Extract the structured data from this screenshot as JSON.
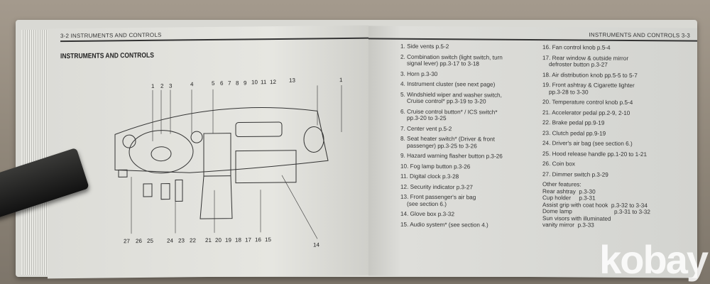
{
  "left_page": {
    "header": "3-2 INSTRUMENTS AND CONTROLS",
    "title": "INSTRUMENTS AND CONTROLS",
    "top_numbers": [
      "1",
      "2",
      "3",
      "4",
      "5",
      "6",
      "7",
      "8",
      "9",
      "10",
      "11",
      "12",
      "13",
      "1"
    ],
    "bottom_numbers": [
      "27",
      "26",
      "25",
      "24",
      "23",
      "22",
      "21",
      "20",
      "19",
      "18",
      "17",
      "16",
      "15",
      "14"
    ]
  },
  "right_page": {
    "header": "INSTRUMENTS AND CONTROLS 3-3",
    "col1": [
      [
        "1. Side vents  p.5-2"
      ],
      [
        "2. Combination switch (light switch, turn",
        "signal lever)  pp.3-17 to 3-18"
      ],
      [
        "3. Horn  p.3-30"
      ],
      [
        "4. Instrument cluster (see next page)"
      ],
      [
        "5. Windshield wiper and washer switch,",
        "Cruise control*  pp.3-19 to 3-20"
      ],
      [
        "6. Cruise control button* / ICS switch*",
        "pp.3-20 to 3-25"
      ],
      [
        "7. Center vent  p.5-2"
      ],
      [
        "8. Seat heater switch* (Driver & front",
        "passenger)  pp.3-25 to 3-26"
      ],
      [
        "9. Hazard warning flasher button  p.3-26"
      ],
      [
        "10. Fog lamp button  p.3-26"
      ],
      [
        "11. Digital clock  p.3-28"
      ],
      [
        "12. Security indicator  p.3-27"
      ],
      [
        "13. Front passenger's air bag",
        "(see section 6.)"
      ],
      [
        "14. Glove box  p.3-32"
      ],
      [
        "15. Audio system*  (see section 4.)"
      ]
    ],
    "col2": [
      [
        "16. Fan control knob  p.5-4"
      ],
      [
        "17. Rear window & outside mirror",
        "defroster button  p.3-27"
      ],
      [
        "18. Air distribution knob  pp.5-5 to 5-7"
      ],
      [
        "19. Front ashtray & Cigarette lighter",
        "pp.3-28 to 3-30"
      ],
      [
        "20. Temperature control knob  p.5-4"
      ],
      [
        "21. Accelerator pedal  pp.2-9, 2-10"
      ],
      [
        "22. Brake pedal  pp.9-19"
      ],
      [
        "23. Clutch pedal  pp.9-19"
      ],
      [
        "24. Driver's air bag  (see section 6.)"
      ],
      [
        "25. Hood release handle  pp.1-20 to 1-21"
      ],
      [
        "26. Coin box"
      ],
      [
        "27. Dimmer switch  p.3-29"
      ]
    ],
    "other_title": "Other features:",
    "other": [
      "Rear ashtray  p.3-30",
      "Cup holder     p.3-31",
      "Assist grip with coat hook  p.3-32 to 3-34",
      "Dome lamp                          p.3-31 to 3-32",
      "Sun visors with illuminated",
      "vanity mirror  p.3-33"
    ]
  },
  "watermark": "kobay"
}
